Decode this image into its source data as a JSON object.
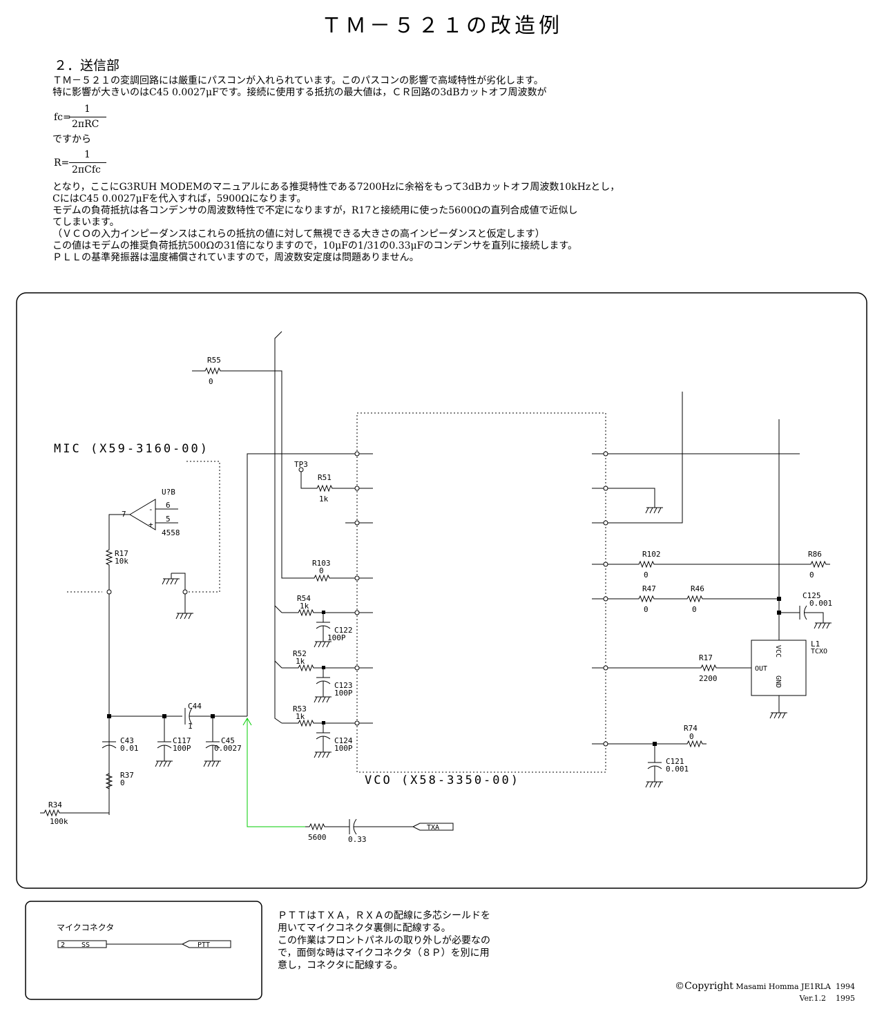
{
  "title": "ＴＭ－５２１の改造例",
  "section_heading": "２．送信部",
  "paragraph1": [
    "ＴＭ－５２１の変調回路には厳重にパスコンが入れられています。このパスコンの影響で高域特性が劣化します。",
    "特に影響が大きいのはC45 0.0027μFです。接続に使用する抵抗の最大値は，ＣＲ回路の3dBカットオフ周波数が"
  ],
  "formula_fc": {
    "lhs": "fc=",
    "numerator": "1",
    "denominator": "2πRC"
  },
  "text_desukara": "ですから",
  "formula_r": {
    "lhs": "R=",
    "numerator": "1",
    "denominator": "2πCfc"
  },
  "paragraph2": [
    "となり，ここにG3RUH MODEMのマニュアルにある推奨特性である7200Hzに余裕をもって3dBカットオフ周波数10kHzとし，",
    "CにはC45 0.0027μFを代入すれば，5900Ωになります。",
    "モデムの負荷抵抗は各コンデンサの周波数特性で不定になりますが，R17と接続用に使った5600Ωの直列合成値で近似し",
    "てしまいます。",
    "（ＶＣＯの入力インピーダンスはこれらの抵抗の値に対して無視できる大きさの高インピーダンスと仮定します）",
    "この値はモデムの推奨負荷抵抗500Ωの31倍になりますので，10μFの1/31の0.33μFのコンデンサを直列に接続します。",
    "ＰＬＬの基準発振器は温度補償されていますので，周波数安定度は問題ありません。"
  ],
  "schematic": {
    "mic_label": "MIC (X59-3160-00)",
    "vco_label": "VCO (X58-3350-00)",
    "opamp_ref": "U?B",
    "opamp_part": "4558",
    "opamp_pins": [
      "7",
      "6",
      "5"
    ],
    "opamp_signs": [
      "-",
      "+"
    ],
    "tp3": "TP3",
    "parts": {
      "R55": [
        "R55",
        "0"
      ],
      "R51": [
        "R51",
        "1k"
      ],
      "R103": [
        "R103",
        "0"
      ],
      "R54": [
        "R54",
        "1k"
      ],
      "R52": [
        "R52",
        "1k"
      ],
      "R53": [
        "R53",
        "1k"
      ],
      "C122": [
        "C122",
        "100P"
      ],
      "C123": [
        "C123",
        "100P"
      ],
      "C124": [
        "C124",
        "100P"
      ],
      "R17mic": [
        "R17",
        "10k"
      ],
      "C43": [
        "C43",
        "0.01"
      ],
      "C117": [
        "C117",
        "100P"
      ],
      "C44": [
        "C44",
        "1"
      ],
      "C45": [
        "C45",
        "0.0027"
      ],
      "R37": [
        "R37",
        "0"
      ],
      "R34": [
        "R34",
        "100k"
      ],
      "R102": [
        "R102",
        "0"
      ],
      "R86": [
        "R86",
        "0"
      ],
      "R47": [
        "R47",
        "0"
      ],
      "R46": [
        "R46",
        "0"
      ],
      "C125": [
        "C125",
        "0.001"
      ],
      "R17tcxo": [
        "R17",
        "2200"
      ],
      "R74": [
        "R74",
        "0"
      ],
      "C121": [
        "C121",
        "0.001"
      ]
    },
    "l1": [
      "L1",
      "TCXO"
    ],
    "tcxo_pins": [
      "VCC",
      "OUT",
      "GND"
    ],
    "added_resistor": "5600",
    "added_cap": "0.33",
    "txa": "TXA"
  },
  "connector": {
    "title": "マイクコネクタ",
    "pin": "2",
    "pin_name": "SS",
    "ptt": "PTT"
  },
  "note_lines": [
    "ＰＴＴはＴＸＡ，ＲＸＡの配線に多芯シールドを",
    "用いてマイクコネクタ裏側に配線する。",
    "この作業はフロントパネルの取り外しが必要なの",
    "で，面倒な時はマイクコネクタ（８Ｐ）を別に用",
    "意し，コネクタに配線する。"
  ],
  "copyright": {
    "line1_a": "©Copyright",
    "line1_b": " Masami Homma JE1RLA  1994",
    "line2": "Ver.1.2    1995"
  },
  "colors": {
    "wire": "#000000",
    "added_wire": "#00cc00",
    "background": "#ffffff"
  }
}
